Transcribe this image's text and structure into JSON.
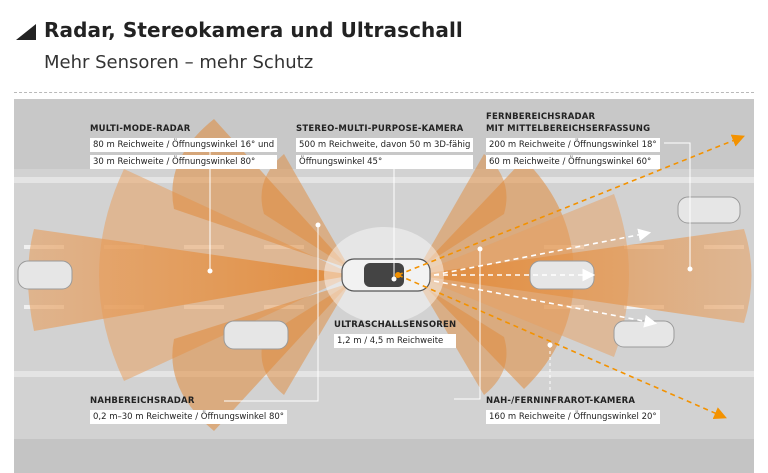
{
  "header": {
    "title": "Radar, Stereokamera und Ultraschall",
    "subtitle": "Mehr Sensoren – mehr Schutz"
  },
  "labels": {
    "multi_mode_radar": {
      "title": "MULTI-MODE-RADAR",
      "line1": "80 m Reichweite / Öffnungswinkel 16° und",
      "line2": "30 m Reichweite / Öffnungswinkel 80°"
    },
    "stereo_camera": {
      "title": "STEREO-MULTI-PURPOSE-KAMERA",
      "line1": "500 m Reichweite, davon 50 m 3D-fähig",
      "line2": "Öffnungswinkel 45°"
    },
    "long_range_radar": {
      "title1": "FERNBEREICHSRADAR",
      "title2": "MIT MITTELBEREICHSERFASSUNG",
      "line1": "200 m Reichweite / Öffnungswinkel 18°",
      "line2": "60 m Reichweite / Öffnungswinkel 60°"
    },
    "ultrasonic": {
      "title": "ULTRASCHALLSENSOREN",
      "line1": "1,2 m / 4,5 m Reichweite"
    },
    "short_range_radar": {
      "title": "NAHBEREICHSRADAR",
      "line1": "0,2 m–30 m Reichweite / Öffnungswinkel 80°"
    },
    "infrared_camera": {
      "title": "NAH-/FERNINFRAROT-KAMERA",
      "line1": "160 m Reichweite / Öffnungswinkel 20°"
    }
  },
  "colors": {
    "road": "#d4d4d4",
    "road_edge": "#bdbdbd",
    "sensor_orange": "#e89a4a",
    "accent_orange": "#f39200",
    "leader_line": "#ffffff"
  }
}
